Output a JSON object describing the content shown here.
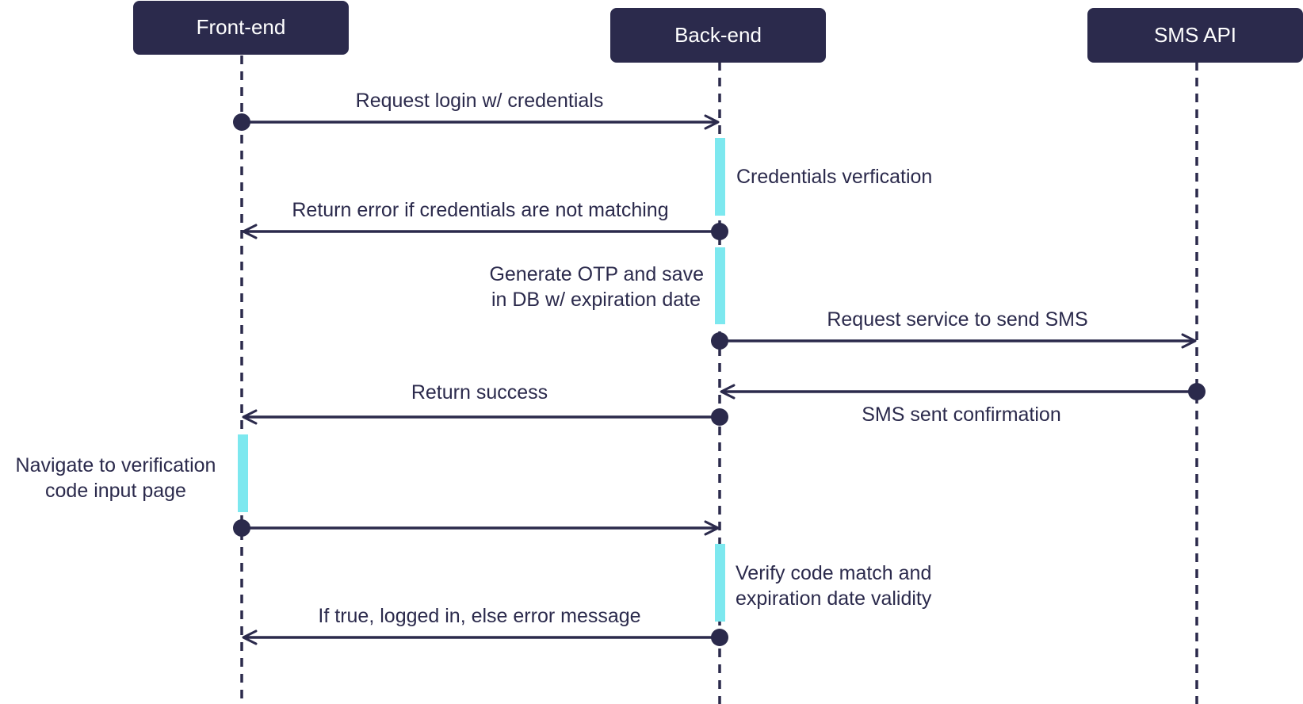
{
  "colors": {
    "ink": "#2b2a4c",
    "activation": "#7de8ef",
    "actor_text": "#ffffff"
  },
  "actors": [
    {
      "id": "frontend",
      "label": "Front-end"
    },
    {
      "id": "backend",
      "label": "Back-end"
    },
    {
      "id": "sms",
      "label": "SMS API"
    }
  ],
  "messages": [
    {
      "id": "request-login",
      "from": "frontend",
      "to": "backend",
      "label": "Request login w/ credentials"
    },
    {
      "id": "return-error",
      "from": "backend",
      "to": "frontend",
      "label": "Return error if credentials are not matching"
    },
    {
      "id": "request-sms",
      "from": "backend",
      "to": "sms",
      "label": "Request service to send SMS"
    },
    {
      "id": "sms-confirmation",
      "from": "sms",
      "to": "backend",
      "label": "SMS sent confirmation"
    },
    {
      "id": "return-success",
      "from": "backend",
      "to": "frontend",
      "label": "Return success"
    },
    {
      "id": "navigate-submit",
      "from": "frontend",
      "to": "backend",
      "label": ""
    },
    {
      "id": "logged-in-result",
      "from": "backend",
      "to": "frontend",
      "label": "If true, logged in, else error message"
    }
  ],
  "notes": [
    {
      "id": "credentials-verification",
      "actor": "backend",
      "lines": [
        "Credentials verfication"
      ]
    },
    {
      "id": "generate-otp",
      "actor": "backend",
      "lines": [
        "Generate OTP and save",
        "in DB w/ expiration date"
      ]
    },
    {
      "id": "navigate-verification",
      "actor": "frontend",
      "lines": [
        "Navigate to verification",
        "code input page"
      ]
    },
    {
      "id": "verify-code",
      "actor": "backend",
      "lines": [
        "Verify code match and",
        "expiration date validity"
      ]
    }
  ]
}
